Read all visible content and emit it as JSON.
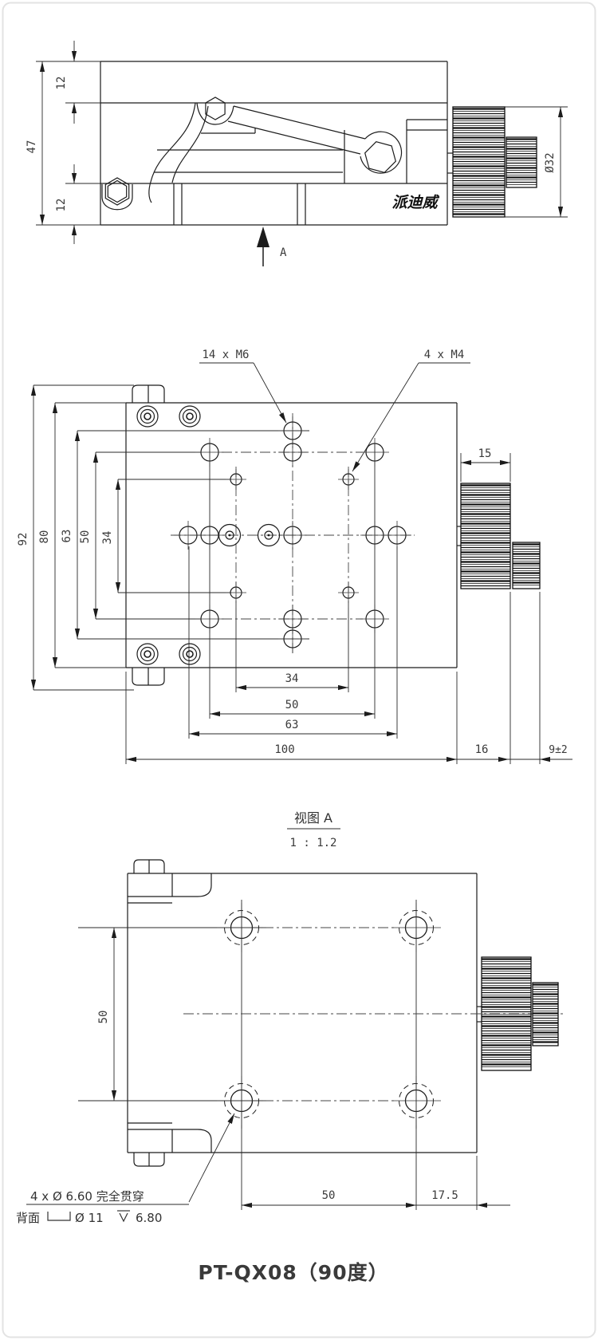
{
  "page": {
    "title": "PT-QX08（90度）",
    "title_color": "#F0802F",
    "brand": "派迪威"
  },
  "side_view": {
    "dim_total_height": "47",
    "dim_top_plate": "12",
    "dim_bottom_plate": "12",
    "dim_knob_diameter": "Ø32",
    "section_arrow_label": "A"
  },
  "plan_view": {
    "leader_m6": "14 x M6",
    "leader_m4": "4 x M4",
    "dim_v92": "92",
    "dim_v80": "80",
    "dim_v63": "63",
    "dim_v50": "50",
    "dim_v34": "34",
    "dim_knob_len": "15",
    "dim_h34": "34",
    "dim_h50": "50",
    "dim_h63": "63",
    "dim_h100": "100",
    "dim_h16": "16",
    "dim_h9": "9±2"
  },
  "view_a": {
    "title": "视图 A",
    "scale": "1 : 1.2",
    "dim_v50": "50",
    "dim_h50": "50",
    "dim_h175": "17.5",
    "note_line1": "4 x Ø 6.60 完全贯穿",
    "note_back": "背面",
    "note_cb_dia": "Ø 11",
    "note_depth": "6.80"
  }
}
